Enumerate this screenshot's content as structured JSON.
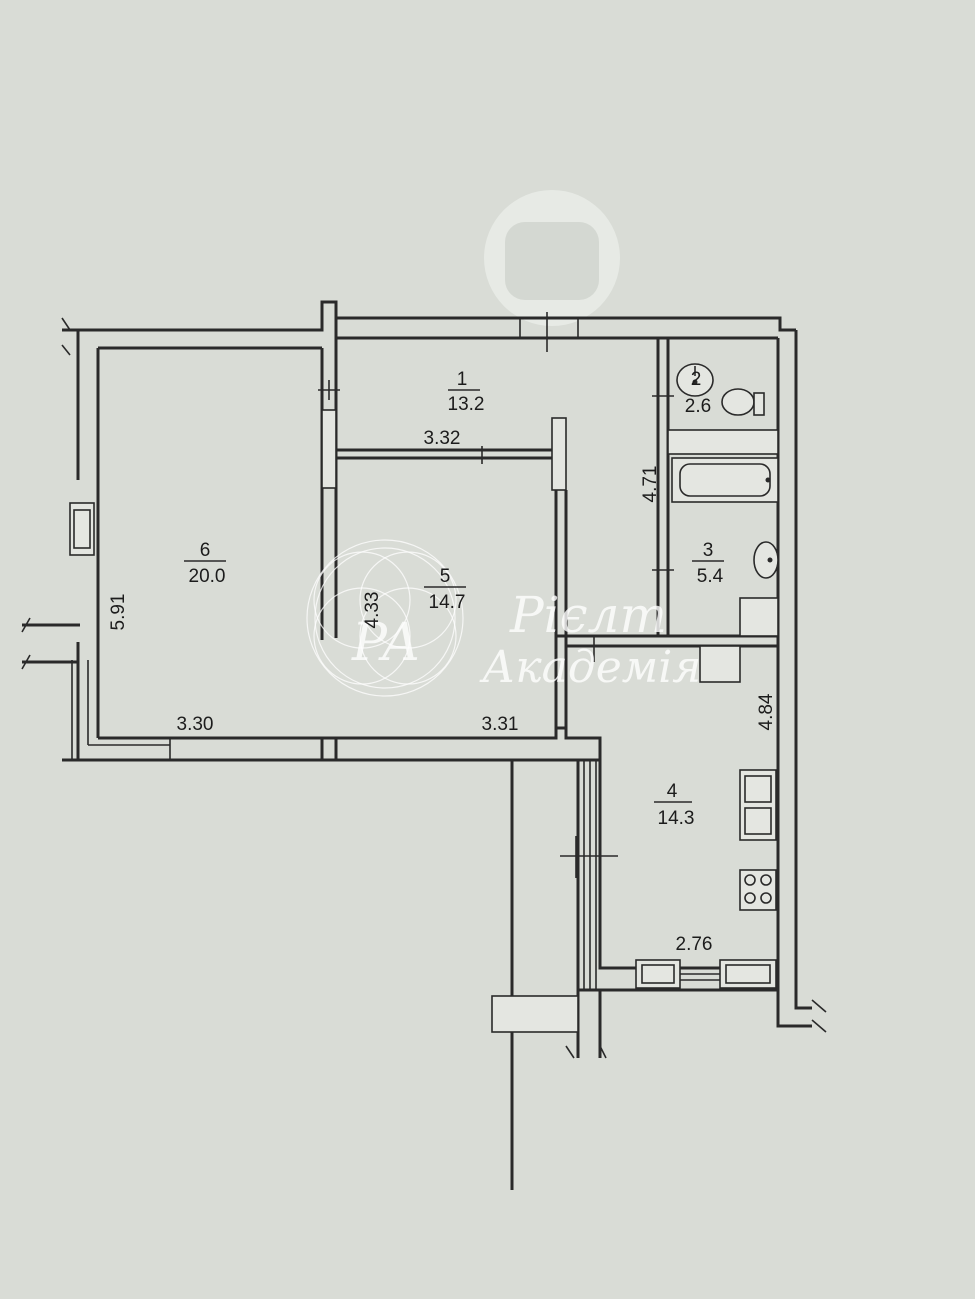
{
  "rooms": [
    {
      "number": "1",
      "area": "13.2"
    },
    {
      "number": "2",
      "area": "2.6"
    },
    {
      "number": "3",
      "area": "5.4"
    },
    {
      "number": "4",
      "area": "14.3"
    },
    {
      "number": "5",
      "area": "14.7"
    },
    {
      "number": "6",
      "area": "20.0"
    }
  ],
  "dimensions": {
    "room6_height": "5.91",
    "room6_width": "3.30",
    "room5_height": "4.33",
    "room5_width": "3.31",
    "room1_width": "3.32",
    "bath_height": "4.71",
    "kitchen_height": "4.84",
    "kitchen_width": "2.76"
  },
  "watermark": {
    "monogram": "PA",
    "line1": "Рієлт",
    "line2": "Академія"
  },
  "colors": {
    "paper": "#d9dcd6",
    "ink": "#2a2a2a",
    "watermark": "#ffffff"
  }
}
